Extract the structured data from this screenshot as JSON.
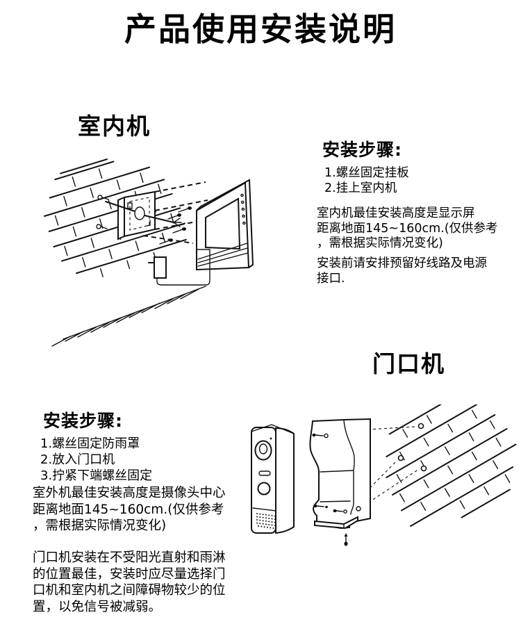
{
  "page": {
    "title": "产品使用安装说明"
  },
  "indoor": {
    "section_heading": "室内机",
    "steps_heading": "安装步骤:",
    "steps": [
      "1.螺丝固定挂板",
      "2.挂上室内机"
    ],
    "note_height_lines": [
      "室内机最佳安装高度是显示屏",
      "距离地面145~160cm.(仅供参考",
      "，需根据实际情况变化)"
    ],
    "note_wiring_lines": [
      "安装前请安排预留好线路及电源",
      "接口."
    ]
  },
  "outdoor": {
    "section_heading": "门口机",
    "steps_heading": "安装步骤:",
    "steps": [
      "1.螺丝固定防雨罩",
      "2.放入门口机",
      "3.拧紧下端螺丝固定"
    ],
    "note_height_lines": [
      "室外机最佳安装高度是摄像头中心",
      "距离地面145~160cm.(仅供参考",
      "，需根据实际情况变化)"
    ],
    "note_position_lines": [
      "门口机安装在不受阳光直射和雨淋",
      "的位置最佳，安装时应尽量选择门",
      "口机和室内机之间障碍物较少的位",
      "置，以免信号被减弱。"
    ]
  },
  "colors": {
    "text": "#000000",
    "background": "#ffffff",
    "line_art": "#111111"
  }
}
